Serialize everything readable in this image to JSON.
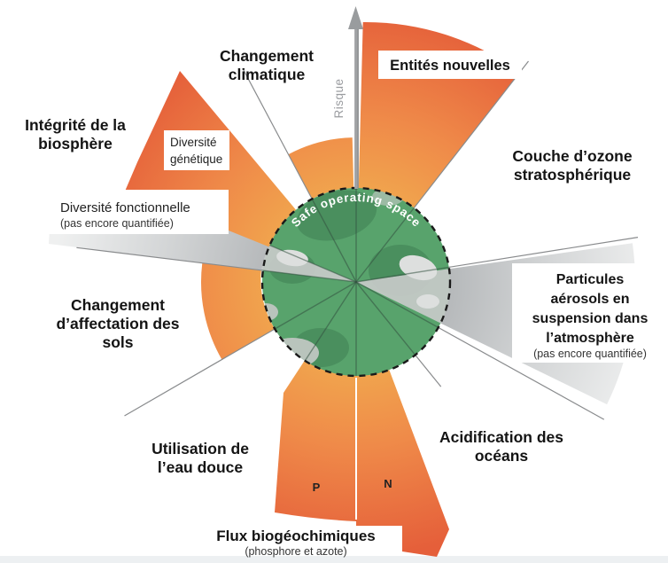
{
  "figure": {
    "type": "planetary-boundaries-diagram",
    "axis_label": "Risque",
    "safe_space_label": "Safe operating space",
    "labels": {
      "changement_climatique": {
        "l1": "Changement",
        "l2": "climatique"
      },
      "entites_nouvelles": {
        "l1": "Entités nouvelles"
      },
      "couche_ozone": {
        "l1": "Couche d’ozone",
        "l2": "stratosphérique"
      },
      "particules": {
        "l1": "Particules",
        "l2": "aérosols en",
        "l3": "suspension dans",
        "l4": "l’atmosphère",
        "note": "(pas encore quantifiée)"
      },
      "acidification": {
        "l1": "Acidification des",
        "l2": "océans"
      },
      "flux": {
        "l1": "Flux biogéochimiques",
        "note": "(phosphore et azote)",
        "p": "P",
        "n": "N"
      },
      "eau_douce": {
        "l1": "Utilisation de",
        "l2": "l’eau douce"
      },
      "affectation_sols": {
        "l1": "Changement",
        "l2": "d’affectation des",
        "l3": "sols"
      },
      "integrite_biosphere": {
        "l1": "Intégrité de la",
        "l2": "biosphère"
      },
      "diversite_genetique": {
        "l1": "Diversité",
        "l2": "génétique"
      },
      "diversite_fonctionnelle": {
        "l1": "Diversité fonctionnelle",
        "note": "(pas encore quantifiée)"
      }
    },
    "sectors": [
      {
        "name": "Entités nouvelles",
        "status": "beyond-boundary"
      },
      {
        "name": "Couche d’ozone stratosphérique",
        "status": "within-safe-space"
      },
      {
        "name": "Particules aérosols en suspension dans l’atmosphère",
        "status": "not-quantified"
      },
      {
        "name": "Acidification des océans",
        "status": "within-safe-space"
      },
      {
        "name": "Flux biogéochimiques — azote (N)",
        "status": "beyond-boundary"
      },
      {
        "name": "Flux biogéochimiques — phosphore (P)",
        "status": "beyond-boundary"
      },
      {
        "name": "Utilisation de l’eau douce",
        "status": "within-safe-space"
      },
      {
        "name": "Changement d’affectation des sols",
        "status": "beyond-boundary"
      },
      {
        "name": "Diversité fonctionnelle",
        "status": "not-quantified"
      },
      {
        "name": "Diversité génétique",
        "status": "beyond-boundary"
      },
      {
        "name": "Changement climatique",
        "status": "beyond-boundary"
      }
    ],
    "colors": {
      "orange_inner": "#f1a74e",
      "orange_mid": "#ef8a49",
      "orange_outer": "#e55f3a",
      "gray_inner": "#b5b8ba",
      "gray_outer": "#eff0f0",
      "globe_green": "#58a36c",
      "globe_green_dark": "#4a8f5e",
      "globe_land_light": "#b9c4bc",
      "grayed_globe": "#c7cac9",
      "grayed_land": "#dddfde",
      "dashed_circle": "#1a1a1a",
      "arrow_gray": "#9a9ca0",
      "background": "#ffffff",
      "bottom_strip": "#edf0f2"
    }
  }
}
